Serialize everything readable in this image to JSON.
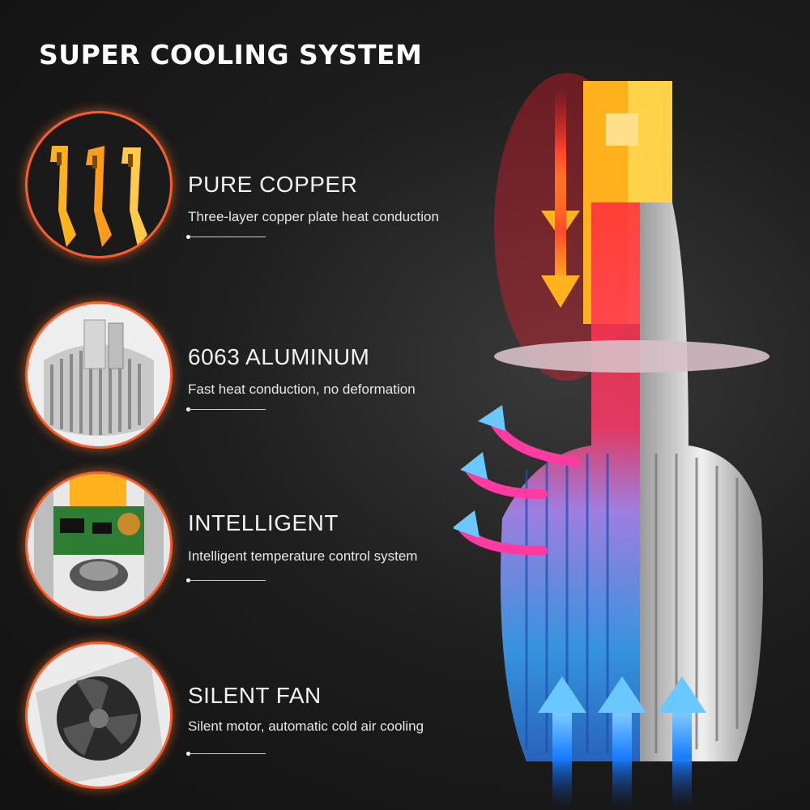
{
  "title": "SUPER COOLING SYSTEM",
  "features": [
    {
      "title": "PURE COPPER",
      "desc": "Three-layer copper plate heat conduction",
      "icon": "copper-plates-icon"
    },
    {
      "title": "6063 ALUMINUM",
      "desc": "Fast heat conduction, no deformation",
      "icon": "aluminum-heatsink-icon"
    },
    {
      "title": "INTELLIGENT",
      "desc": "Intelligent temperature control system",
      "icon": "circuit-board-icon"
    },
    {
      "title": "SILENT FAN",
      "desc": "Silent motor, automatic cold air cooling",
      "icon": "fan-icon"
    }
  ],
  "colors": {
    "accent_ring": "#ff5a2a",
    "hot": "#ff2b3a",
    "cool": "#3aa8ff",
    "copper": "#ffb21e"
  }
}
